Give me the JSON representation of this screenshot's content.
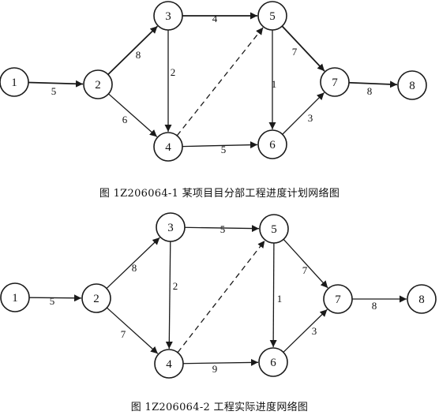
{
  "diagrams": [
    {
      "caption": "图 1Z206064-1   某项目目分部工程进度计划网络图",
      "nodes": [
        "1",
        "2",
        "3",
        "4",
        "5",
        "6",
        "7",
        "8"
      ],
      "edges": [
        {
          "from": "1",
          "to": "2",
          "label": "5",
          "dashed": false
        },
        {
          "from": "2",
          "to": "3",
          "label": "8",
          "dashed": false
        },
        {
          "from": "2",
          "to": "4",
          "label": "6",
          "dashed": false
        },
        {
          "from": "3",
          "to": "5",
          "label": "4",
          "dashed": false
        },
        {
          "from": "3",
          "to": "4",
          "label": "2",
          "dashed": false
        },
        {
          "from": "4",
          "to": "5",
          "label": "",
          "dashed": true
        },
        {
          "from": "4",
          "to": "6",
          "label": "5",
          "dashed": false
        },
        {
          "from": "5",
          "to": "6",
          "label": "1",
          "dashed": false
        },
        {
          "from": "5",
          "to": "7",
          "label": "7",
          "dashed": false
        },
        {
          "from": "6",
          "to": "7",
          "label": "3",
          "dashed": false
        },
        {
          "from": "7",
          "to": "8",
          "label": "8",
          "dashed": false
        }
      ]
    },
    {
      "caption": "图 1Z206064-2   工程实际进度网络图",
      "nodes": [
        "1",
        "2",
        "3",
        "4",
        "5",
        "6",
        "7",
        "8"
      ],
      "edges": [
        {
          "from": "1",
          "to": "2",
          "label": "5",
          "dashed": false
        },
        {
          "from": "2",
          "to": "3",
          "label": "8",
          "dashed": false
        },
        {
          "from": "2",
          "to": "4",
          "label": "7",
          "dashed": false
        },
        {
          "from": "3",
          "to": "5",
          "label": "5",
          "dashed": false
        },
        {
          "from": "3",
          "to": "4",
          "label": "2",
          "dashed": false
        },
        {
          "from": "4",
          "to": "5",
          "label": "",
          "dashed": true
        },
        {
          "from": "4",
          "to": "6",
          "label": "9",
          "dashed": false
        },
        {
          "from": "5",
          "to": "6",
          "label": "1",
          "dashed": false
        },
        {
          "from": "5",
          "to": "7",
          "label": "7",
          "dashed": false
        },
        {
          "from": "6",
          "to": "7",
          "label": "3",
          "dashed": false
        },
        {
          "from": "7",
          "to": "8",
          "label": "8",
          "dashed": false
        }
      ]
    }
  ]
}
